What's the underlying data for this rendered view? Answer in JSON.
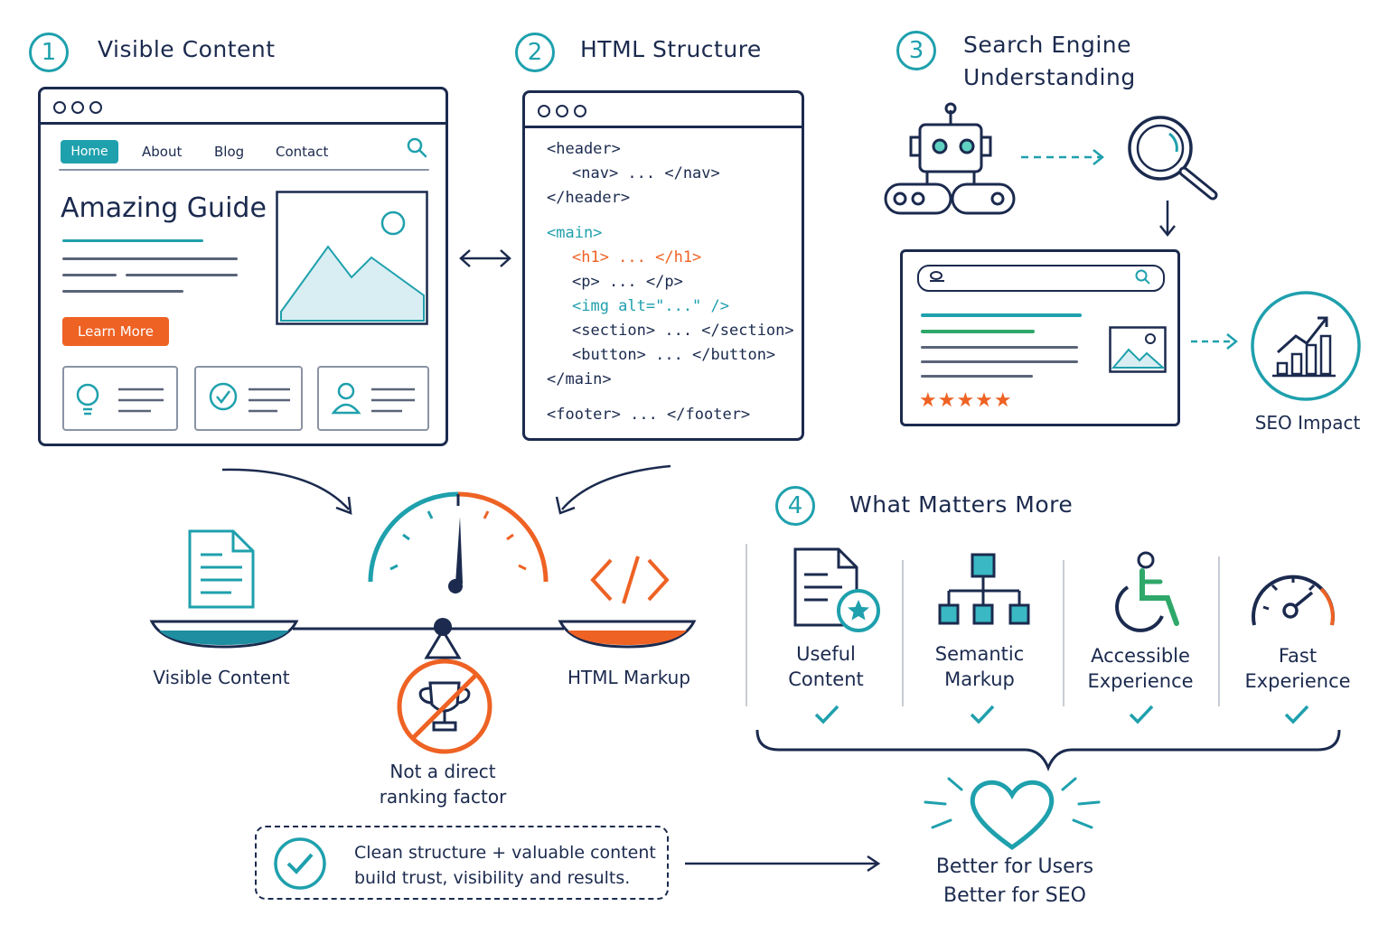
{
  "sections": {
    "s1": {
      "number": "1",
      "title": "Visible Content"
    },
    "s2": {
      "number": "2",
      "title": "HTML Structure"
    },
    "s3": {
      "number": "3",
      "title_line1": "Search Engine",
      "title_line2": "Understanding"
    },
    "s4": {
      "number": "4",
      "title": "What Matters More"
    }
  },
  "mock_site": {
    "nav": [
      "Home",
      "About",
      "Blog",
      "Contact"
    ],
    "heading": "Amazing Guide",
    "button": "Learn More"
  },
  "code_lines": [
    {
      "text": "<header>",
      "indent": 0,
      "color": "navy"
    },
    {
      "text": "<nav> ... </nav>",
      "indent": 1,
      "color": "navy"
    },
    {
      "text": "</header>",
      "indent": 0,
      "color": "navy"
    },
    {
      "text": "<main>",
      "indent": 0,
      "color": "teal"
    },
    {
      "text": "<h1> ... </h1>",
      "indent": 1,
      "color": "orange"
    },
    {
      "text": "<p> ... </p>",
      "indent": 1,
      "color": "navy"
    },
    {
      "text": "<img alt=\"...\" />",
      "indent": 1,
      "color": "teal"
    },
    {
      "text": "<section> ... </section>",
      "indent": 1,
      "color": "navy"
    },
    {
      "text": "<button> ... </button>",
      "indent": 1,
      "color": "navy"
    },
    {
      "text": "</main>",
      "indent": 0,
      "color": "navy"
    },
    {
      "text": "<footer> ... </footer>",
      "indent": 0,
      "color": "navy"
    }
  ],
  "seo_impact_label": "SEO Impact",
  "scale": {
    "left_label": "Visible Content",
    "right_label": "HTML Markup",
    "not_factor_line1": "Not a direct",
    "not_factor_line2": "ranking factor"
  },
  "matters": [
    {
      "line1": "Useful",
      "line2": "Content",
      "icon": "document-star-icon"
    },
    {
      "line1": "Semantic",
      "line2": "Markup",
      "icon": "hierarchy-icon"
    },
    {
      "line1": "Accessible",
      "line2": "Experience",
      "icon": "wheelchair-icon"
    },
    {
      "line1": "Fast",
      "line2": "Experience",
      "icon": "speedometer-icon"
    }
  ],
  "summary": {
    "line1": "Clean structure + valuable content",
    "line2": "build trust, visibility and results."
  },
  "outcome": {
    "line1": "Better for Users",
    "line2": "Better for SEO"
  },
  "colors": {
    "navy": "#1b2a4e",
    "teal": "#1fa0ad",
    "orange": "#ee6224",
    "green": "#2fa86a"
  }
}
